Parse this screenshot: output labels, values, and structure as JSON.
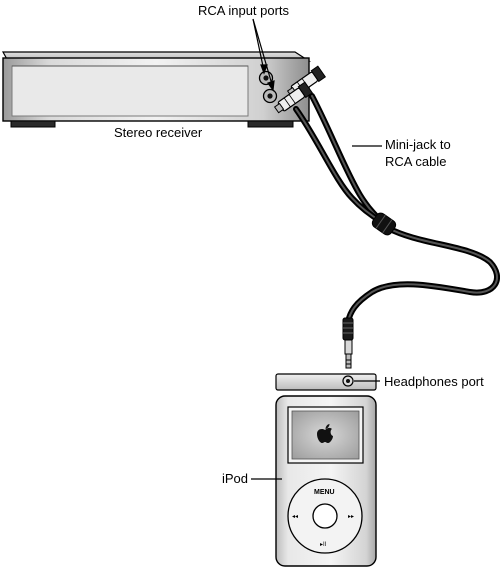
{
  "labels": {
    "rca_input_ports": "RCA input ports",
    "stereo_receiver": "Stereo receiver",
    "cable_line1": "Mini-jack to",
    "cable_line2": "RCA cable",
    "headphones_port": "Headphones port",
    "ipod": "iPod",
    "menu": "MENU",
    "prev_glyph": "◂◂",
    "next_glyph": "▸▸",
    "play_glyph": "▸II"
  },
  "icons": {
    "apple_logo": "apple-icon"
  },
  "colors": {
    "line": "#000000",
    "device_light": "#e6e6e6",
    "device_mid": "#bdbdbd",
    "device_dark": "#8a8a8a",
    "cable": "#1a1a1a"
  }
}
